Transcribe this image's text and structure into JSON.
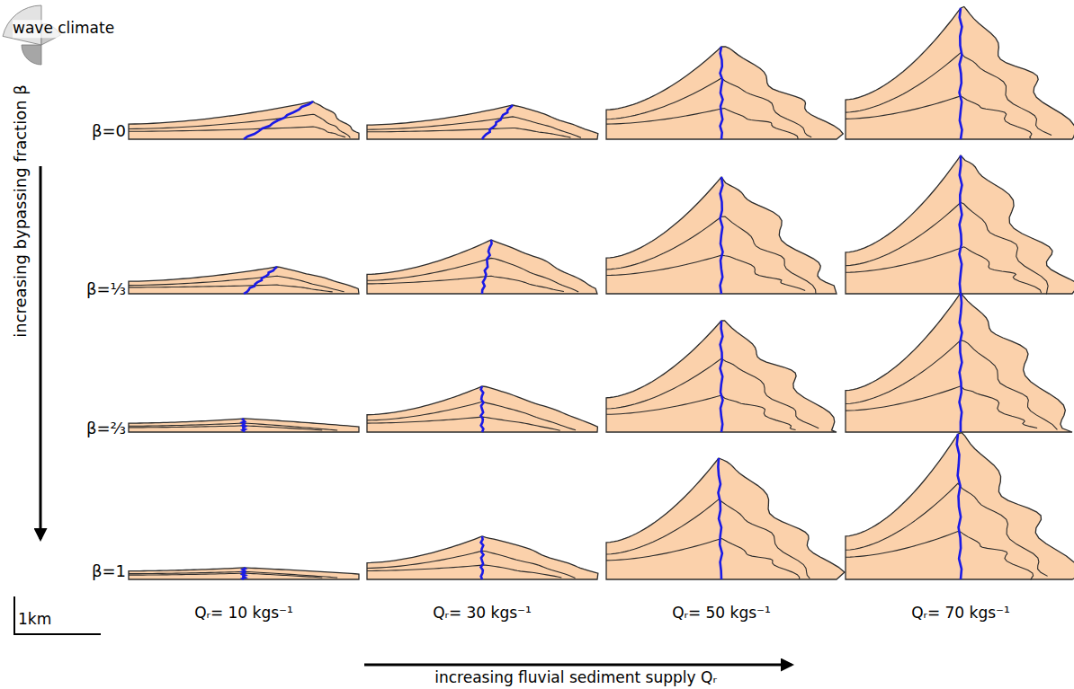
{
  "diagram": {
    "labels": [
      "wave climate",
      "β=0",
      "β=⅓",
      "β=⅔",
      "β=1",
      "increasing bypassing fraction β",
      "Qᵣ= 10 kgs⁻¹",
      "Qᵣ= 30 kgs⁻¹",
      "Qᵣ= 50 kgs⁻¹",
      "Qᵣ= 70 kgs⁻¹",
      "1km",
      "increasing fluvial sediment supply Qᵣ"
    ]
  }
}
